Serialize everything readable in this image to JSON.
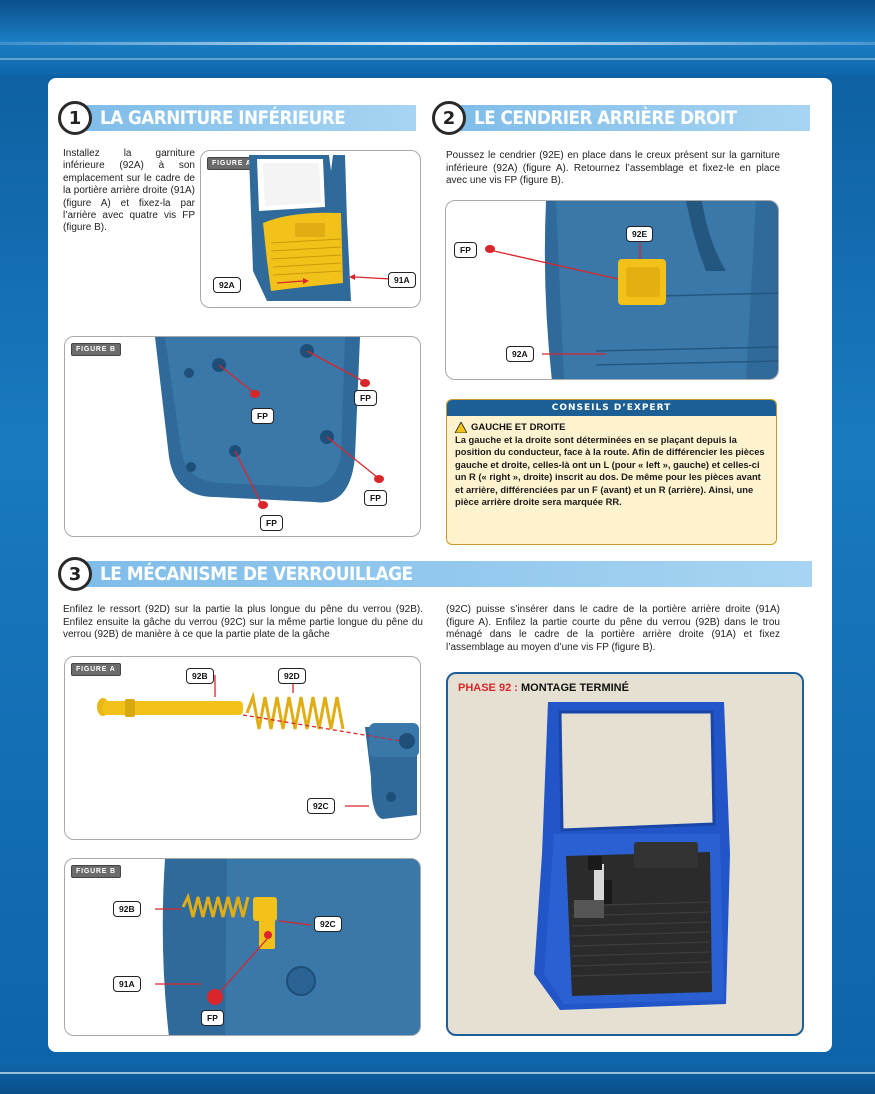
{
  "colors": {
    "page_blue": "#1a79bf",
    "heading_bar": "#8fc8ee",
    "part_blue": "#2f6a9a",
    "part_yellow": "#f2c21a",
    "screw_red": "#d8262b",
    "expert_bg": "#fff3cf",
    "expert_title_bg": "#1c5f95",
    "final_blue": "#2155c8"
  },
  "step1": {
    "number": "1",
    "title": "LA GARNITURE INFÉRIEURE",
    "text": "Installez la garniture inférieure (92A) à son emplacement sur le cadre de la portière arrière droite (91A) (figure A) et fixez-la par l’arrière avec quatre vis FP (figure B).",
    "figA": {
      "tag": "FIGURE A",
      "labels": [
        "92A",
        "91A"
      ]
    },
    "figB": {
      "tag": "FIGURE B",
      "labels": [
        "FP",
        "FP",
        "FP",
        "FP"
      ]
    }
  },
  "step2": {
    "number": "2",
    "title": "LE CENDRIER ARRIÈRE DROIT",
    "text": "Poussez le cendrier (92E) en place dans le creux présent sur la garniture inférieure (92A) (figure A). Retournez l’assemblage et fixez-le en place avec une vis FP (figure B).",
    "fig": {
      "labels": [
        "FP",
        "92E",
        "92A"
      ]
    }
  },
  "expert": {
    "title": "CONSEILS D’EXPERT",
    "subtitle": "GAUCHE ET DROITE",
    "body": "La gauche et la droite sont déterminées en se plaçant depuis la position du conducteur, face à la route. Afin de différencier les pièces gauche et droite, celles-là ont un L (pour « left », gauche) et celles-ci un R (« right », droite) inscrit au dos. De même pour les pièces avant et arrière, différenciées par un F (avant) et un R (arrière). Ainsi, une pièce arrière droite sera marquée RR."
  },
  "step3": {
    "number": "3",
    "title": "LE MÉCANISME DE VERROUILLAGE",
    "text_left": "Enfilez le ressort (92D) sur la partie la plus longue du pêne du verrou (92B). Enfilez ensuite la gâche du verrou (92C) sur la même partie longue du pêne du verrou (92B) de manière à ce que la partie plate de la gâche",
    "text_right": "(92C) puisse s’insérer dans le cadre de la portière arrière droite (91A) (figure A). Enfilez la partie courte du pêne du verrou (92B) dans le trou ménagé dans le cadre de la portière arrière droite (91A) et fixez l’assemblage au moyen d’une vis FP (figure B).",
    "figA": {
      "tag": "FIGURE A",
      "labels": [
        "92B",
        "92D",
        "92C"
      ]
    },
    "figB": {
      "tag": "FIGURE B",
      "labels": [
        "92B",
        "92C",
        "91A",
        "FP"
      ]
    }
  },
  "final": {
    "phase": "PHASE 92 :",
    "title": "MONTAGE TERMINÉ"
  }
}
